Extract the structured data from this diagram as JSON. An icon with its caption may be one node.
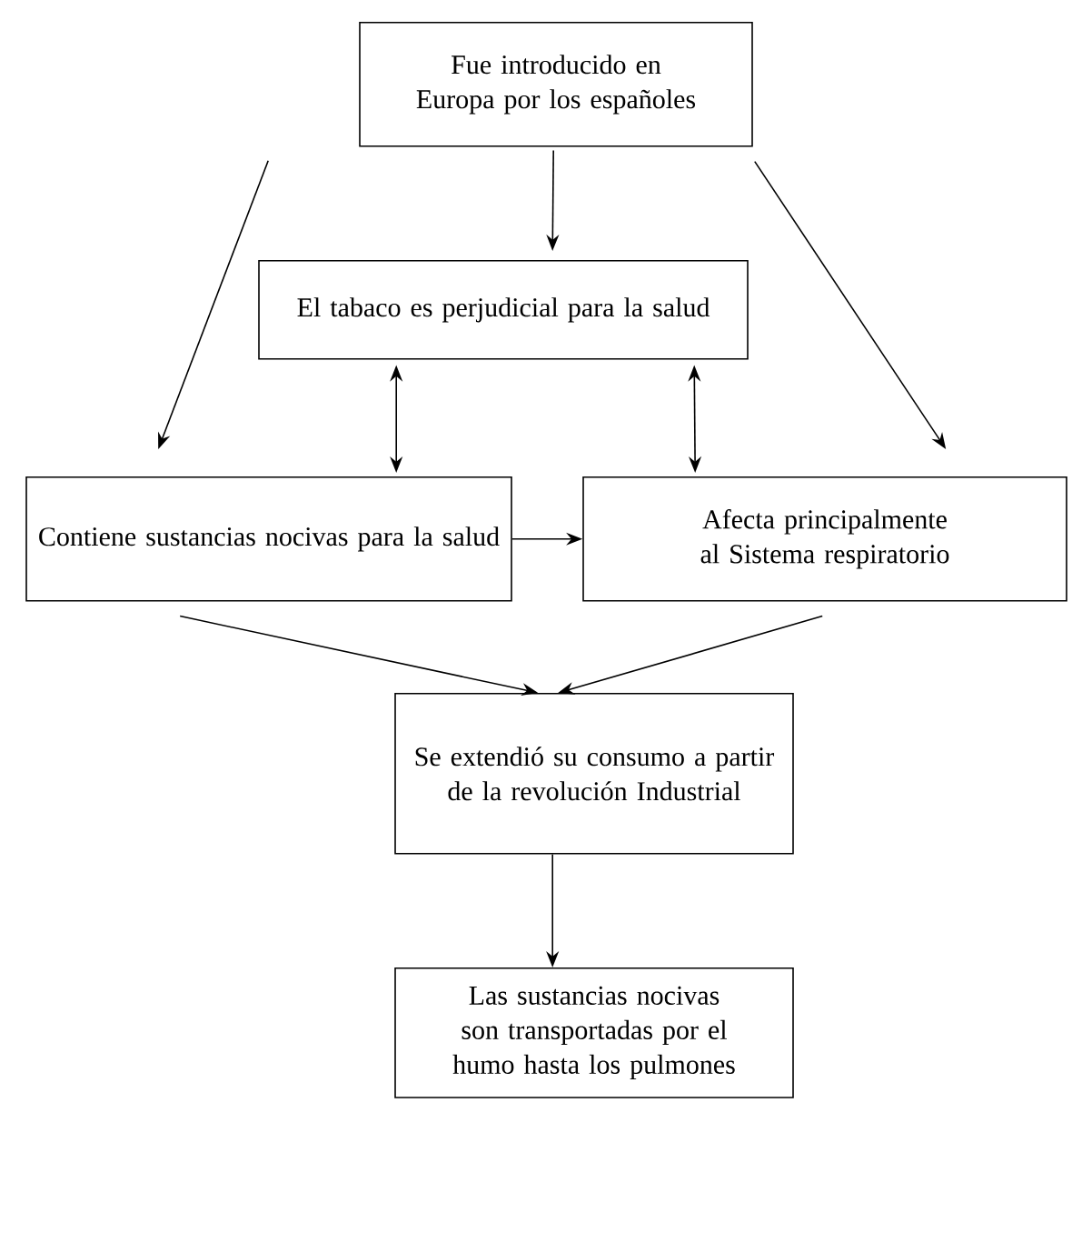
{
  "diagram": {
    "nodes": [
      {
        "text": [
          "Fue introducido en Europa por los españoles"
        ]
      },
      {
        "text": [
          "El tabaco es perjudicial para la salud"
        ]
      },
      {
        "text": [
          "Contiene sustancias nocivas para la salud"
        ]
      },
      {
        "text": [
          "Afecta principalmente al Sistema respiratorio"
        ]
      },
      {
        "text": [
          "Se extendió su consumo a partir de la revolución Industrial"
        ]
      },
      {
        "text": [
          "Las sustancias nocivas son transportadas por el humo hasta los pulmones"
        ]
      }
    ],
    "edges": [
      {
        "from": 0,
        "to": 1,
        "arrow": "to"
      },
      {
        "from": 0,
        "to": 2,
        "arrow": "to"
      },
      {
        "from": 0,
        "to": 3,
        "arrow": "to"
      },
      {
        "from": 1,
        "to": 2,
        "arrow": "both"
      },
      {
        "from": 1,
        "to": 3,
        "arrow": "both"
      },
      {
        "from": 2,
        "to": 3,
        "arrow": "to"
      },
      {
        "from": 2,
        "to": 4,
        "arrow": "to"
      },
      {
        "from": 3,
        "to": 4,
        "arrow": "to"
      },
      {
        "from": 4,
        "to": 5,
        "arrow": "to"
      }
    ]
  }
}
